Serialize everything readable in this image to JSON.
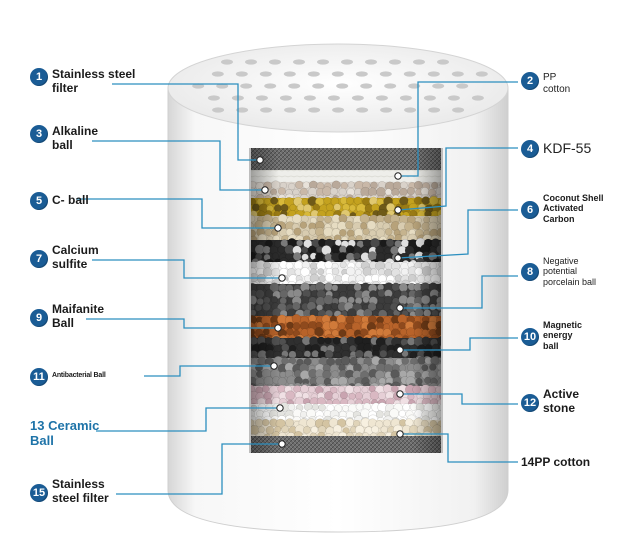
{
  "diagram": {
    "colors": {
      "callout_line": "#2c8fbf",
      "number_badge": "#1a5c95"
    },
    "callouts": [
      {
        "number": "1",
        "label": "Stainless steel\nfilter"
      },
      {
        "number": "2",
        "label": "PP\ncotton"
      },
      {
        "number": "3",
        "label": "Alkaline\nball"
      },
      {
        "number": "4",
        "label": "KDF-55"
      },
      {
        "number": "5",
        "label": "C- ball"
      },
      {
        "number": "6",
        "label": "Coconut Shell\nActivated\nCarbon"
      },
      {
        "number": "7",
        "label": "Calcium\nsulfite"
      },
      {
        "number": "8",
        "label": "Negative\npotential\nporcelain ball"
      },
      {
        "number": "9",
        "label": "Maifanite\nBall"
      },
      {
        "number": "10",
        "label": "Magnetic\nenergy\nball"
      },
      {
        "number": "11",
        "label": "Antibacterial Ball"
      },
      {
        "number": "12",
        "label": "Active\nstone"
      },
      {
        "number": "",
        "label": "13 Ceramic\nBall"
      },
      {
        "number": "",
        "label": "14PP cotton"
      },
      {
        "number": "15",
        "label": "Stainless\nsteel filter"
      }
    ]
  }
}
